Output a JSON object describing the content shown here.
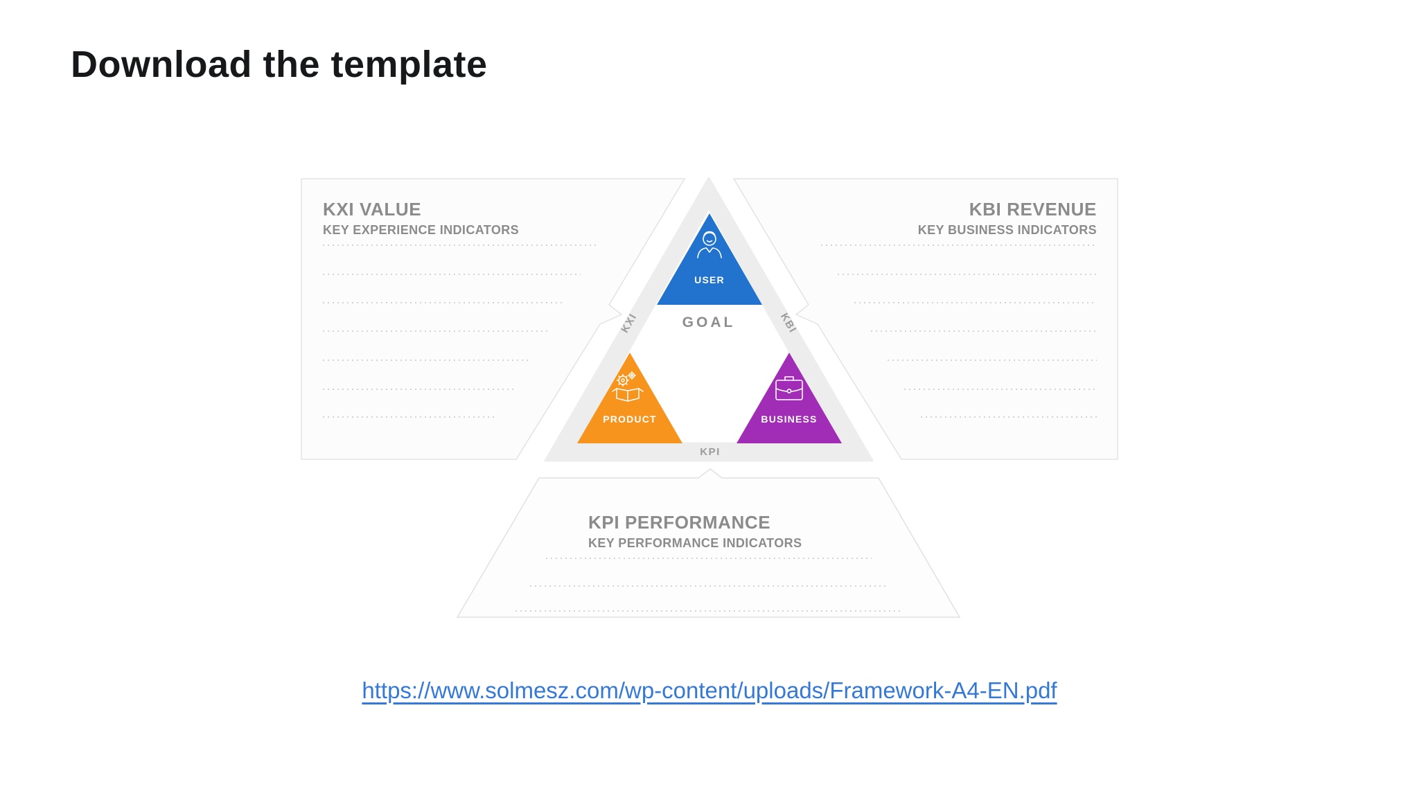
{
  "page": {
    "title": "Download the template"
  },
  "colors": {
    "user_blue": "#2173cd",
    "product_orange": "#f7941e",
    "business_purple": "#a12cb5",
    "band_gray": "#ededee",
    "link_blue": "#3579d8"
  },
  "diagram": {
    "left_panel": {
      "title": "KXI VALUE",
      "subtitle": "KEY EXPERIENCE INDICATORS"
    },
    "right_panel": {
      "title": "KBI REVENUE",
      "subtitle": "KEY BUSINESS INDICATORS"
    },
    "bottom_panel": {
      "title": "KPI PERFORMANCE",
      "subtitle": "KEY PERFORMANCE INDICATORS"
    },
    "triangle": {
      "goal_label": "GOAL",
      "user_label": "USER",
      "product_label": "PRODUCT",
      "business_label": "BUSINESS",
      "edge_left_label": "KXI",
      "edge_right_label": "KBI",
      "edge_bottom_label": "KPI"
    }
  },
  "link": {
    "text": "https://www.solmesz.com/wp-content/uploads/Framework-A4-EN.pdf",
    "href": "https://www.solmesz.com/wp-content/uploads/Framework-A4-EN.pdf"
  }
}
